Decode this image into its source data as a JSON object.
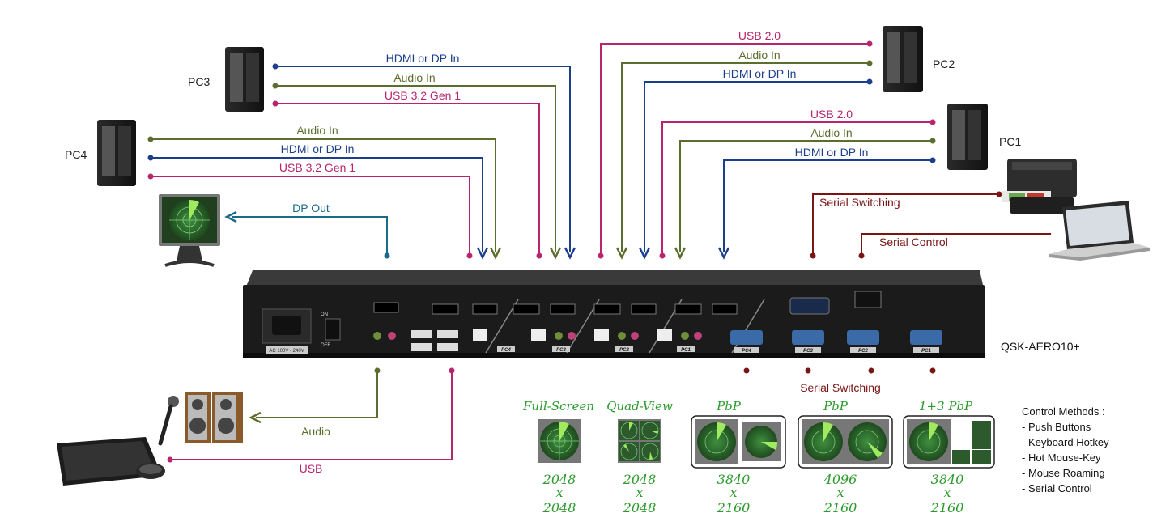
{
  "colors": {
    "hdmi": "#1b3f8c",
    "audio": "#5b6e2d",
    "usb": "#b8246e",
    "serial": "#7a1515",
    "dpout": "#1a6a8a",
    "mode_text": "#2c9a2c"
  },
  "pcs": {
    "pc1": "PC1",
    "pc2": "PC2",
    "pc3": "PC3",
    "pc4": "PC4"
  },
  "cables": {
    "pc3_hdmi": "HDMI or DP In",
    "pc3_audio": "Audio In",
    "pc3_usb": "USB 3.2 Gen 1",
    "pc4_audio": "Audio In",
    "pc4_hdmi": "HDMI or DP In",
    "pc4_usb": "USB 3.2 Gen 1",
    "pc2_usb": "USB 2.0",
    "pc2_audio": "Audio In",
    "pc2_hdmi": "HDMI or DP In",
    "pc1_usb": "USB 2.0",
    "pc1_audio": "Audio In",
    "pc1_hdmi": "HDMI or DP In",
    "dp_out": "DP Out",
    "serial_switching_top": "Serial Switching",
    "serial_control": "Serial Control",
    "audio_out": "Audio",
    "usb_out": "USB",
    "serial_switching_bottom": "Serial Switching"
  },
  "device": {
    "model": "QSK-AERO10+",
    "power_label": "AC 100V - 240V",
    "switch_on": "ON",
    "switch_off": "OFF",
    "port_labels": [
      "PC4",
      "PC3",
      "PC2",
      "PC1"
    ],
    "serial_labels": [
      "PC4",
      "PC3",
      "PC2",
      "PC1"
    ]
  },
  "modes": [
    {
      "name": "Full-Screen",
      "res": [
        "2048",
        "x",
        "2048"
      ]
    },
    {
      "name": "Quad-View",
      "res": [
        "2048",
        "x",
        "2048"
      ]
    },
    {
      "name": "PbP",
      "res": [
        "3840",
        "x",
        "2160"
      ]
    },
    {
      "name": "PbP",
      "res": [
        "4096",
        "x",
        "2160"
      ]
    },
    {
      "name": "1+3 PbP",
      "res": [
        "3840",
        "x",
        "2160"
      ]
    }
  ],
  "control": {
    "title": "Control Methods :",
    "items": [
      "- Push Buttons",
      "- Keyboard Hotkey",
      "- Hot Mouse-Key",
      "- Mouse Roaming",
      "- Serial Control"
    ]
  }
}
